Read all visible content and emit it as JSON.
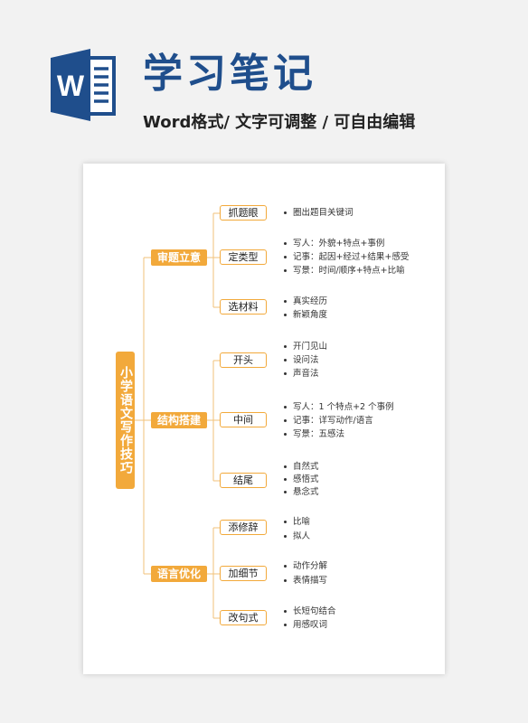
{
  "header": {
    "logo_letter": "W",
    "title": "学习笔记",
    "subtitle": "Word格式/ 文字可调整 / 可自由编辑",
    "accent_color": "#1f4e8c"
  },
  "mindmap": {
    "root": "小学语文写作技巧",
    "branch_color": "#f2a93b",
    "branches": [
      {
        "label": "审题立意",
        "children": [
          {
            "label": "抓题眼",
            "items": [
              "圈出题目关键词"
            ]
          },
          {
            "label": "定类型",
            "items": [
              "写人：外貌+特点+事例",
              "记事：起因+经过+结果+感受",
              "写景：时间/顺序+特点+比喻"
            ]
          },
          {
            "label": "选材料",
            "items": [
              "真实经历",
              "新颖角度"
            ]
          }
        ]
      },
      {
        "label": "结构搭建",
        "children": [
          {
            "label": "开头",
            "items": [
              "开门见山",
              "设问法",
              "声音法"
            ]
          },
          {
            "label": "中间",
            "items": [
              "写人：1 个特点+2 个事例",
              "记事：详写动作/语言",
              "写景：五感法"
            ]
          },
          {
            "label": "结尾",
            "items": [
              "自然式",
              "感悟式",
              "悬念式"
            ]
          }
        ]
      },
      {
        "label": "语言优化",
        "children": [
          {
            "label": "添修辞",
            "items": [
              "比喻",
              "拟人"
            ]
          },
          {
            "label": "加细节",
            "items": [
              "动作分解",
              "表情描写"
            ]
          },
          {
            "label": "改句式",
            "items": [
              "长短句结合",
              "用感叹词"
            ]
          }
        ]
      }
    ]
  }
}
